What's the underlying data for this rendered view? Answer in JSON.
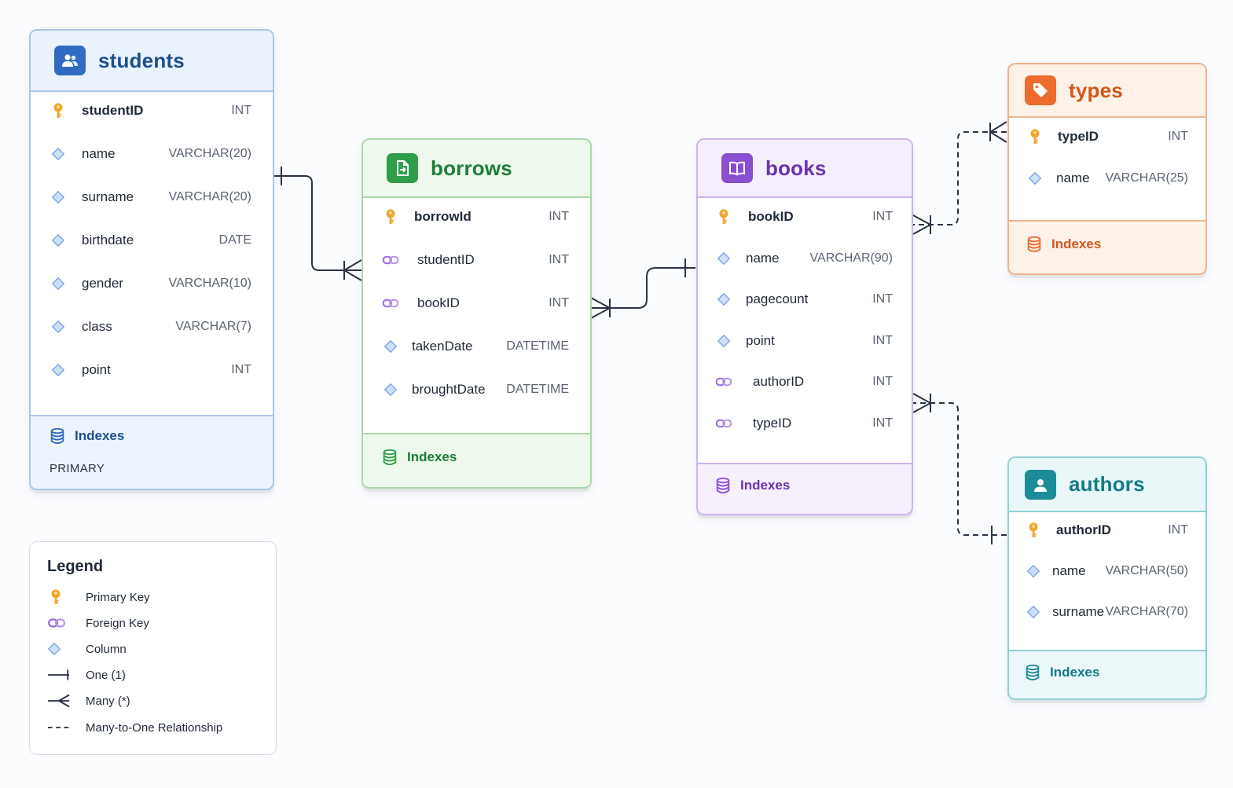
{
  "tables": {
    "students": {
      "name": "students",
      "fields": [
        {
          "name": "studentID",
          "type": "INT",
          "key": "pk"
        },
        {
          "name": "name",
          "type": "VARCHAR(20)",
          "key": "col"
        },
        {
          "name": "surname",
          "type": "VARCHAR(20)",
          "key": "col"
        },
        {
          "name": "birthdate",
          "type": "DATE",
          "key": "col"
        },
        {
          "name": "gender",
          "type": "VARCHAR(10)",
          "key": "col"
        },
        {
          "name": "class",
          "type": "VARCHAR(7)",
          "key": "col"
        },
        {
          "name": "point",
          "type": "INT",
          "key": "col"
        }
      ],
      "indexes_label": "Indexes",
      "indexes": [
        "PRIMARY"
      ]
    },
    "borrows": {
      "name": "borrows",
      "fields": [
        {
          "name": "borrowId",
          "type": "INT",
          "key": "pk"
        },
        {
          "name": "studentID",
          "type": "INT",
          "key": "fk"
        },
        {
          "name": "bookID",
          "type": "INT",
          "key": "fk"
        },
        {
          "name": "takenDate",
          "type": "DATETIME",
          "key": "col"
        },
        {
          "name": "broughtDate",
          "type": "DATETIME",
          "key": "col"
        }
      ],
      "indexes_label": "Indexes"
    },
    "books": {
      "name": "books",
      "fields": [
        {
          "name": "bookID",
          "type": "INT",
          "key": "pk"
        },
        {
          "name": "name",
          "type": "VARCHAR(90)",
          "key": "col"
        },
        {
          "name": "pagecount",
          "type": "INT",
          "key": "col"
        },
        {
          "name": "point",
          "type": "INT",
          "key": "col"
        },
        {
          "name": "authorID",
          "type": "INT",
          "key": "fk"
        },
        {
          "name": "typeID",
          "type": "INT",
          "key": "fk"
        }
      ],
      "indexes_label": "Indexes"
    },
    "types": {
      "name": "types",
      "fields": [
        {
          "name": "typeID",
          "type": "INT",
          "key": "pk"
        },
        {
          "name": "name",
          "type": "VARCHAR(25)",
          "key": "col"
        }
      ],
      "indexes_label": "Indexes"
    },
    "authors": {
      "name": "authors",
      "fields": [
        {
          "name": "authorID",
          "type": "INT",
          "key": "pk"
        },
        {
          "name": "name",
          "type": "VARCHAR(50)",
          "key": "col"
        },
        {
          "name": "surname",
          "type": "VARCHAR(70)",
          "key": "col"
        }
      ],
      "indexes_label": "Indexes"
    }
  },
  "relationships": [
    {
      "from": "students.studentID",
      "to": "borrows.studentID",
      "from_end": "one",
      "to_end": "many",
      "style": "solid"
    },
    {
      "from": "books.bookID",
      "to": "borrows.bookID",
      "from_end": "one",
      "to_end": "many",
      "style": "solid"
    },
    {
      "from": "types.typeID",
      "to": "books.typeID",
      "from_end": "one",
      "to_end": "many",
      "style": "dashed"
    },
    {
      "from": "authors.authorID",
      "to": "books.authorID",
      "from_end": "one",
      "to_end": "many",
      "style": "dashed"
    }
  ],
  "legend": {
    "title": "Legend",
    "items": [
      {
        "icon": "key-icon",
        "label": "Primary Key"
      },
      {
        "icon": "link-icon",
        "label": "Foreign Key"
      },
      {
        "icon": "diamond-icon",
        "label": "Column"
      },
      {
        "icon": "one-line-icon",
        "label": "One (1)"
      },
      {
        "icon": "many-crowfoot-icon",
        "label": "Many (*)"
      },
      {
        "icon": "dashed-line-icon",
        "label": "Many-to-One Relationship"
      }
    ]
  },
  "colors": {
    "students": "#1d4f8f",
    "borrows": "#1e7d3a",
    "books": "#6b32b0",
    "types": "#d0581a",
    "authors": "#137c88",
    "primary_key": "#f2a52b",
    "foreign_key": "#9a6be0",
    "column": "#7ea7e6",
    "connector": "#2b3445"
  }
}
